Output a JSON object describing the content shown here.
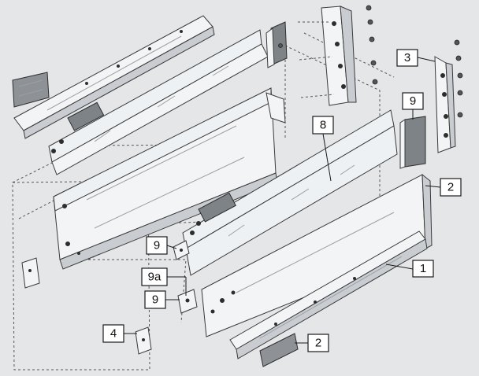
{
  "callouts": [
    {
      "id": "c3",
      "label": "3"
    },
    {
      "id": "c9-top",
      "label": "9"
    },
    {
      "id": "c8",
      "label": "8"
    },
    {
      "id": "c2-right",
      "label": "2"
    },
    {
      "id": "c1",
      "label": "1"
    },
    {
      "id": "c2-bottom",
      "label": "2"
    },
    {
      "id": "c9-left",
      "label": "9"
    },
    {
      "id": "c9a",
      "label": "9a"
    },
    {
      "id": "c9-lower",
      "label": "9"
    },
    {
      "id": "c4",
      "label": "4"
    }
  ],
  "colors": {
    "background": "#e4e6e8",
    "metal": "#f3f4f5",
    "part_grey": "#7e8388",
    "outline": "#3a3a3a"
  }
}
